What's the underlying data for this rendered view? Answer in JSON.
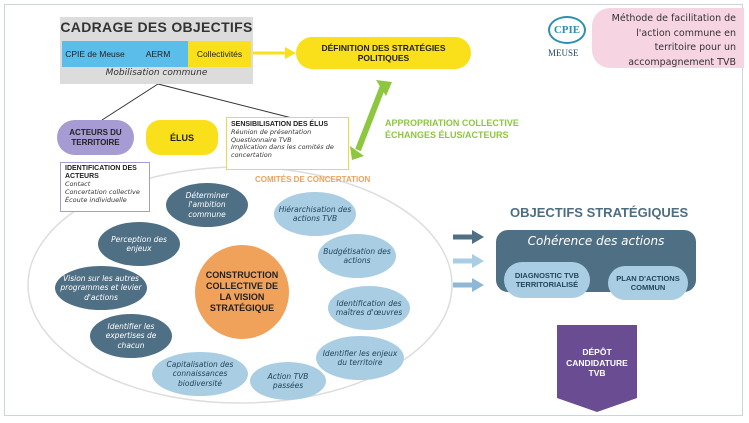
{
  "cadrage": {
    "title": "CADRAGE DES OBJECTIFS",
    "cells": [
      "CPIE de Meuse",
      "AERM",
      "Collectivités"
    ],
    "footer": "Mobilisation commune"
  },
  "definition": "DÉFINITION DES STRATÉGIES POLITIQUES",
  "logo": {
    "main": "CPIE",
    "sub": "MEUSE"
  },
  "method_note": "Méthode de facilitation de l'action commune en territoire pour un accompagnement TVB",
  "acteurs": "ACTEURS DU TERRITOIRE",
  "elus": "ÉLUS",
  "sensibilisation": {
    "title": "SENSIBILISATION DES ÉLUS",
    "items": [
      "Réunion de présentation",
      "Questionnaire TVB",
      "Implication dans les comités de concertation"
    ]
  },
  "appropriation": "APPROPRIATION COLLECTIVE ÉCHANGES ÉLUS/ACTEURS",
  "identification": {
    "title": "IDENTIFICATION DES ACTEURS",
    "items": [
      "Contact",
      "Concertation collective",
      "Écoute individuelle"
    ]
  },
  "comites": "COMITÉS DE CONCERTATION",
  "center": "CONSTRUCTION COLLECTIVE DE LA VISION STRATÉGIQUE",
  "bubbles": [
    "Déterminer l'ambition commune",
    "Hiérarchisation des actions TVB",
    "Perception des enjeux",
    "Budgétisation des actions",
    "Vision sur les autres programmes et levier d'actions",
    "Identification des maîtres d'œuvres",
    "Identifier les expertises de chacun",
    "Identifier les enjeux du territoire",
    "Capitalisation des connaissances biodiversité",
    "Action TVB passées"
  ],
  "objectifs": {
    "title": "OBJECTIFS STRATÉGIQUES",
    "coherence": "Cohérence des actions",
    "diagnostic": "DIAGNOSTIC TVB TERRITORIALISÉ",
    "plan": "PLAN D'ACTIONS COMMUN"
  },
  "depot": "DÉPÔT CANDIDATURE TVB",
  "colors": {
    "blue": "#5bbdea",
    "yellow": "#f9e01a",
    "purple": "#a69bd3",
    "orange": "#f0a15a",
    "green": "#8dc63f",
    "slate": "#4f6f85",
    "light_blue": "#a9cde3",
    "depot_purple": "#6a4c93",
    "pink": "#f7d4e2"
  }
}
